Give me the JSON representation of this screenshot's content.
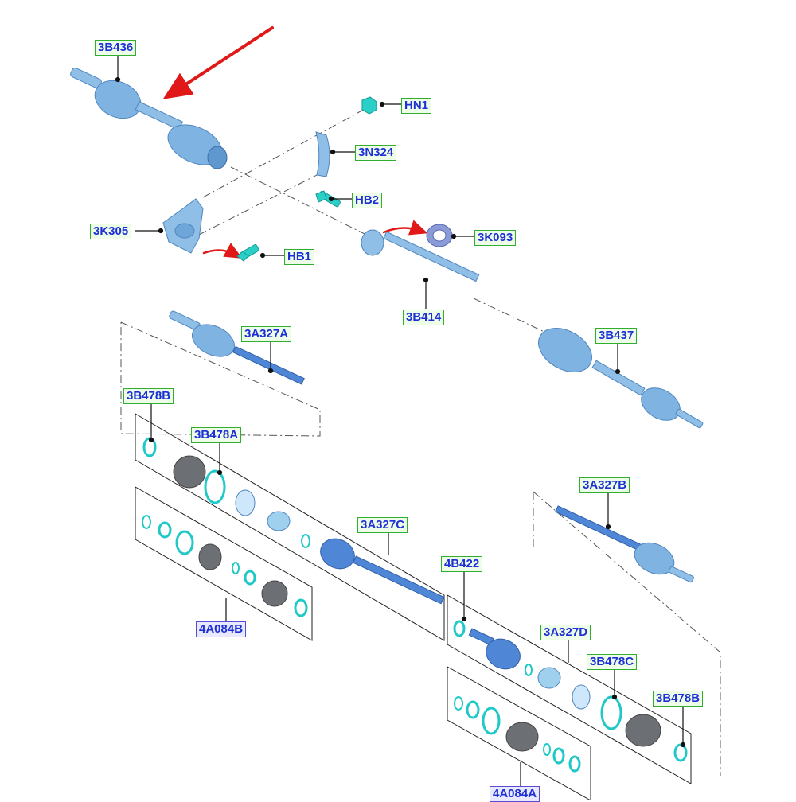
{
  "colors": {
    "part_fill": "#7fb3e2",
    "part_dark": "#4f86bf",
    "shaft_blue": "#4f86d6",
    "clip_cyan": "#20c8c8",
    "boot_gray": "#6c6f74",
    "arrow_red": "#e01818",
    "label_text": "#1d2fd6",
    "label_border_green": "#2fae2f",
    "label_border_blue": "#5a4ad6"
  },
  "labels": {
    "p3B436": "3B436",
    "pHN1": "HN1",
    "p3N324": "3N324",
    "pHB2": "HB2",
    "p3K305": "3K305",
    "p3K093": "3K093",
    "pHB1": "HB1",
    "p3B414": "3B414",
    "p3A327A": "3A327A",
    "p3B437": "3B437",
    "p3B478B_top": "3B478B",
    "p3B478A": "3B478A",
    "p3A327B": "3A327B",
    "p3A327C": "3A327C",
    "p4B422": "4B422",
    "p4A084B": "4A084B",
    "p3A327D": "3A327D",
    "p3B478C": "3B478C",
    "p3B478B_bottom": "3B478B",
    "p4A084A": "4A084A"
  }
}
